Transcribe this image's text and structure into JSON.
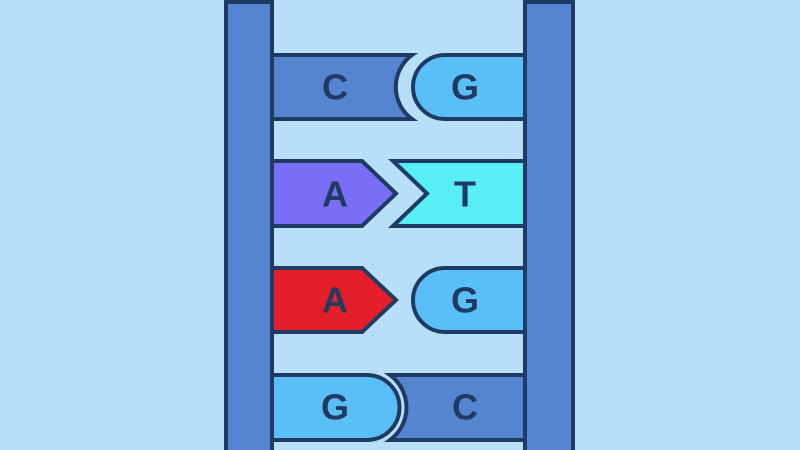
{
  "colors": {
    "background": "#b7dff7",
    "backbone": "#5584d1",
    "outline": "#1f3b64",
    "C": "#5584d1",
    "G": "#5bbff7",
    "T": "#58eef5",
    "A_first": "#7a6ef7",
    "A_second": "#e41e29"
  },
  "base_pairs": [
    {
      "left": {
        "letter": "C",
        "shape": "notch",
        "color": "#5584d1"
      },
      "right": {
        "letter": "G",
        "shape": "round",
        "color": "#5bbff7"
      }
    },
    {
      "left": {
        "letter": "A",
        "shape": "arrow",
        "color": "#7a6ef7"
      },
      "right": {
        "letter": "T",
        "shape": "chevron",
        "color": "#58eef5"
      }
    },
    {
      "left": {
        "letter": "A",
        "shape": "arrow",
        "color": "#e41e29"
      },
      "right": {
        "letter": "G",
        "shape": "round",
        "color": "#5bbff7"
      }
    },
    {
      "left": {
        "letter": "G",
        "shape": "round",
        "color": "#5bbff7"
      },
      "right": {
        "letter": "C",
        "shape": "notch",
        "color": "#5584d1"
      }
    }
  ]
}
